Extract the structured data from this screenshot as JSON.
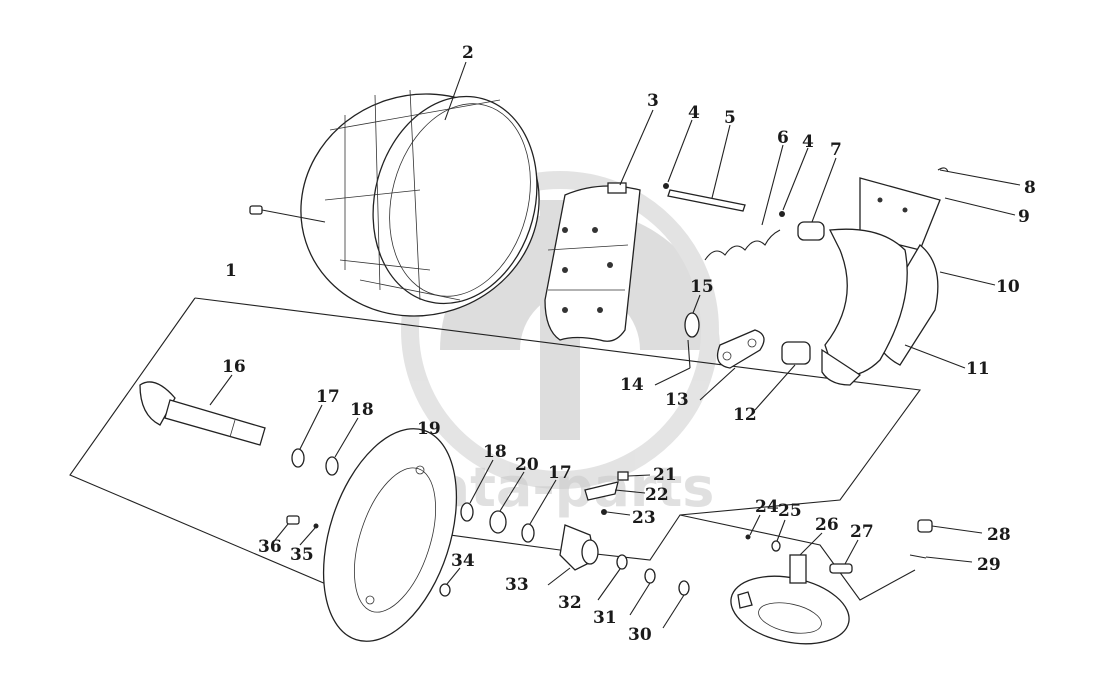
{
  "watermark": {
    "text": "data-parts",
    "color": "#c8c8c8"
  },
  "callouts": [
    {
      "id": "c1",
      "label": "1"
    },
    {
      "id": "c2",
      "label": "2"
    },
    {
      "id": "c3",
      "label": "3"
    },
    {
      "id": "c4a",
      "label": "4"
    },
    {
      "id": "c5",
      "label": "5"
    },
    {
      "id": "c6",
      "label": "6"
    },
    {
      "id": "c4b",
      "label": "4"
    },
    {
      "id": "c7",
      "label": "7"
    },
    {
      "id": "c8",
      "label": "8"
    },
    {
      "id": "c9",
      "label": "9"
    },
    {
      "id": "c10",
      "label": "10"
    },
    {
      "id": "c11",
      "label": "11"
    },
    {
      "id": "c12",
      "label": "12"
    },
    {
      "id": "c13",
      "label": "13"
    },
    {
      "id": "c14",
      "label": "14"
    },
    {
      "id": "c15",
      "label": "15"
    },
    {
      "id": "c16",
      "label": "16"
    },
    {
      "id": "c17a",
      "label": "17"
    },
    {
      "id": "c18a",
      "label": "18"
    },
    {
      "id": "c19",
      "label": "19"
    },
    {
      "id": "c18b",
      "label": "18"
    },
    {
      "id": "c20",
      "label": "20"
    },
    {
      "id": "c17b",
      "label": "17"
    },
    {
      "id": "c21",
      "label": "21"
    },
    {
      "id": "c22",
      "label": "22"
    },
    {
      "id": "c23",
      "label": "23"
    },
    {
      "id": "c24",
      "label": "24"
    },
    {
      "id": "c25",
      "label": "25"
    },
    {
      "id": "c26",
      "label": "26"
    },
    {
      "id": "c27",
      "label": "27"
    },
    {
      "id": "c28",
      "label": "28"
    },
    {
      "id": "c29",
      "label": "29"
    },
    {
      "id": "c30",
      "label": "30"
    },
    {
      "id": "c31",
      "label": "31"
    },
    {
      "id": "c32",
      "label": "32"
    },
    {
      "id": "c33",
      "label": "33"
    },
    {
      "id": "c34",
      "label": "34"
    },
    {
      "id": "c35",
      "label": "35"
    },
    {
      "id": "c36",
      "label": "36"
    }
  ]
}
